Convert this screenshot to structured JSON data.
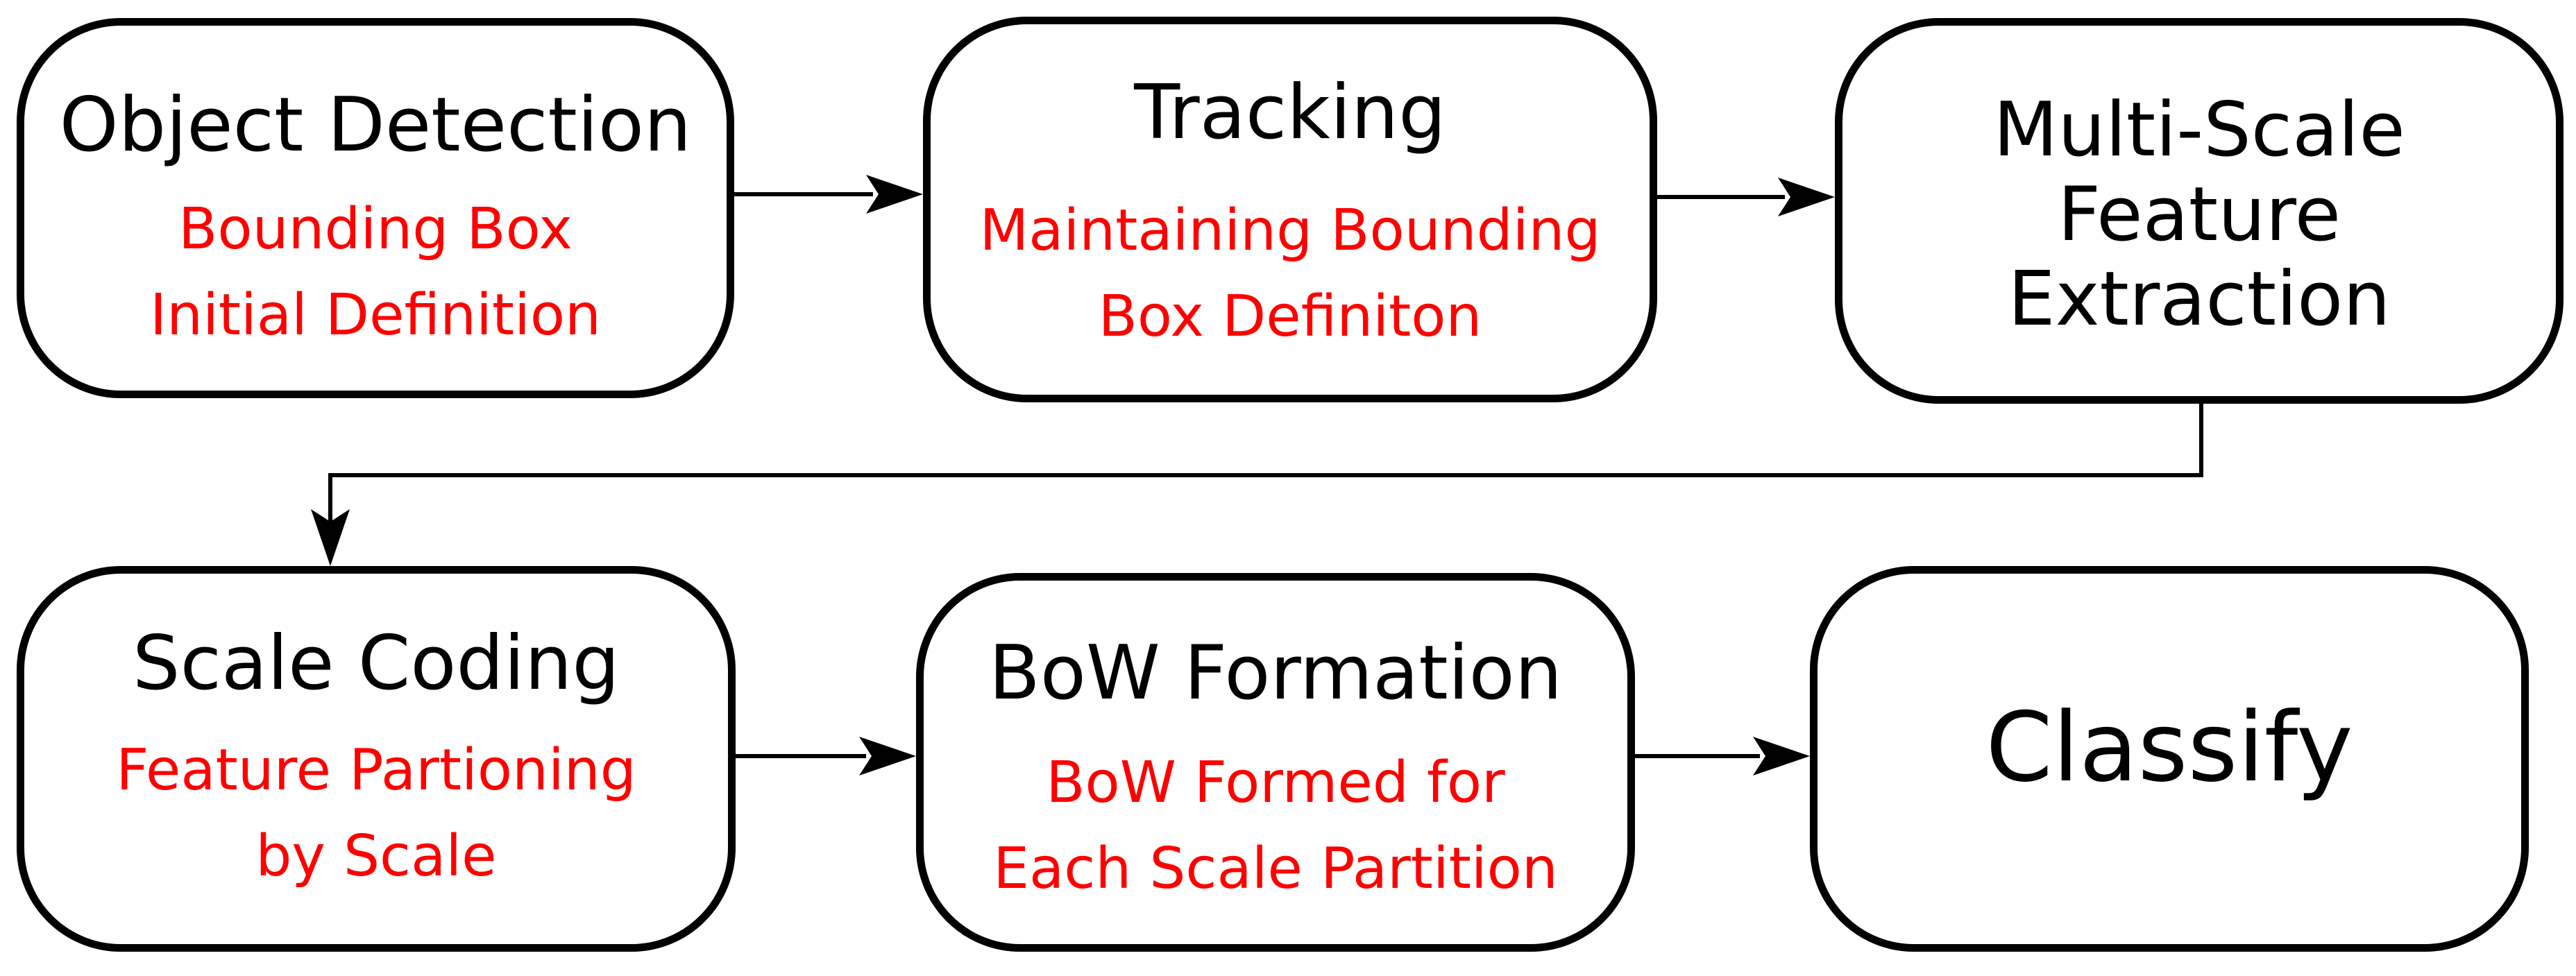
{
  "colors": {
    "stroke": "#000000",
    "title_text": "#000000",
    "subtitle_text": "#ff0000",
    "background": "#ffffff"
  },
  "nodes": {
    "object_detection": {
      "title": "Object Detection",
      "subtitle": [
        "Bounding Box",
        "Initial Definition"
      ]
    },
    "tracking": {
      "title": "Tracking",
      "subtitle": [
        "Maintaining Bounding",
        "Box Definiton"
      ]
    },
    "multi_scale": {
      "title": [
        "Multi-Scale",
        "Feature",
        "Extraction"
      ]
    },
    "scale_coding": {
      "title": "Scale Coding",
      "subtitle": [
        "Feature Partioning",
        "by Scale"
      ]
    },
    "bow_formation": {
      "title": "BoW Formation",
      "subtitle": [
        "BoW Formed for",
        "Each Scale Partition"
      ]
    },
    "classify": {
      "title": "Classify"
    }
  },
  "edges": [
    {
      "from": "object_detection",
      "to": "tracking"
    },
    {
      "from": "tracking",
      "to": "multi_scale"
    },
    {
      "from": "multi_scale",
      "to": "scale_coding"
    },
    {
      "from": "scale_coding",
      "to": "bow_formation"
    },
    {
      "from": "bow_formation",
      "to": "classify"
    }
  ]
}
